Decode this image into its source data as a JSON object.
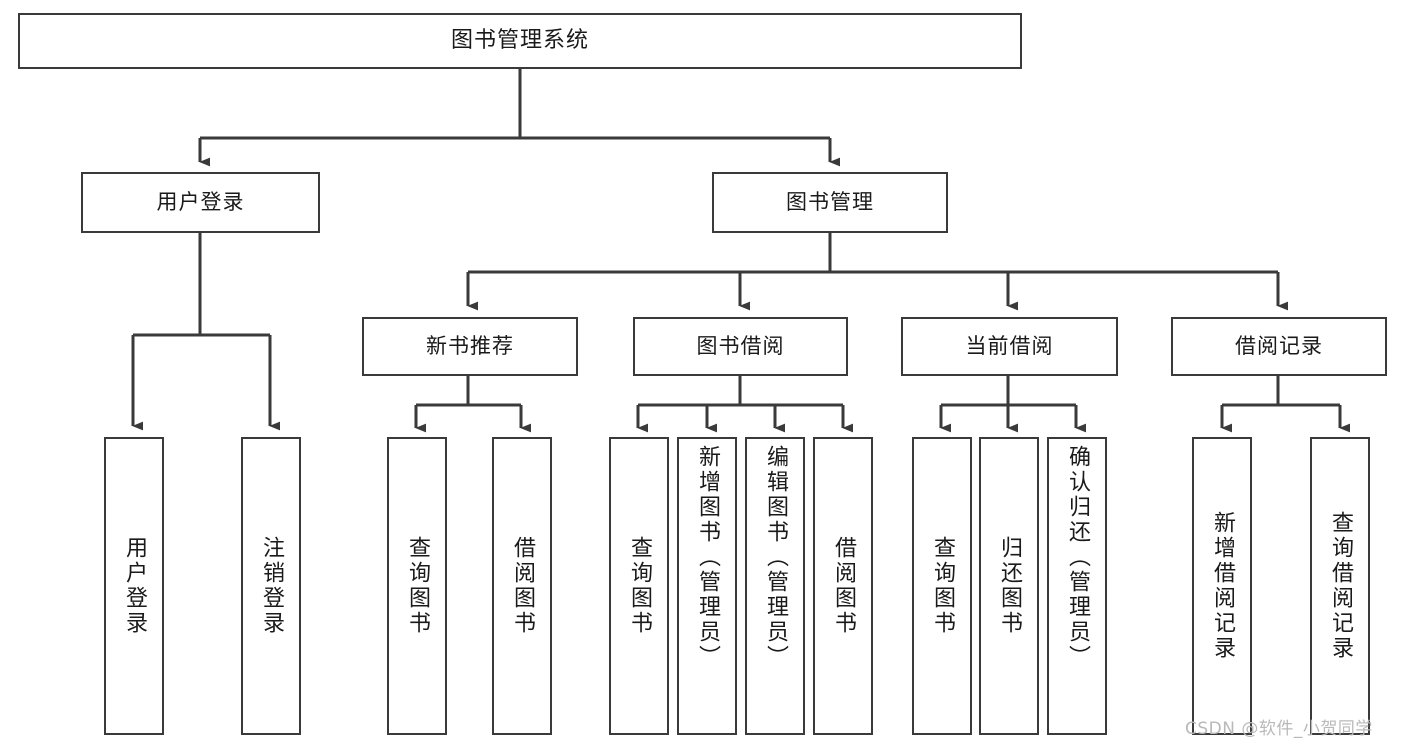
{
  "diagram": {
    "type": "tree-hierarchy-flowchart",
    "title": "图书管理系统",
    "background_color": "#ffffff",
    "box_border_color": "#3a3a3a",
    "edge_color": "#3a3a3a",
    "text_color": "#1a1a1a"
  },
  "nodes": {
    "root": {
      "label": "图书管理系统"
    },
    "level2": [
      {
        "id": "user-login",
        "label": "用户登录"
      },
      {
        "id": "book-management",
        "label": "图书管理"
      }
    ],
    "level3": [
      {
        "id": "new-book-recommend",
        "label": "新书推荐"
      },
      {
        "id": "book-borrow",
        "label": "图书借阅"
      },
      {
        "id": "current-borrow",
        "label": "当前借阅"
      },
      {
        "id": "borrow-record",
        "label": "借阅记录"
      }
    ],
    "leaves": {
      "user_login": [
        {
          "id": "leaf-user-login",
          "label": "用户登录"
        },
        {
          "id": "leaf-logout-login",
          "label": "注销登录"
        }
      ],
      "new_book_recommend": [
        {
          "id": "leaf-query-book-1",
          "label": "查询图书"
        },
        {
          "id": "leaf-borrow-book-1",
          "label": "借阅图书"
        }
      ],
      "book_borrow": [
        {
          "id": "leaf-query-book-2",
          "label": "查询图书"
        },
        {
          "id": "leaf-add-book-admin",
          "label": "新增图书（管理员）"
        },
        {
          "id": "leaf-edit-book-admin",
          "label": "编辑图书（管理员）"
        },
        {
          "id": "leaf-borrow-book-2",
          "label": "借阅图书"
        }
      ],
      "current_borrow": [
        {
          "id": "leaf-query-book-3",
          "label": "查询图书"
        },
        {
          "id": "leaf-return-book",
          "label": "归还图书"
        },
        {
          "id": "leaf-confirm-return-admin",
          "label": "确认归还（管理员）"
        }
      ],
      "borrow_record": [
        {
          "id": "leaf-add-borrow-record",
          "label": "新增借阅记录"
        },
        {
          "id": "leaf-query-borrow-record",
          "label": "查询借阅记录"
        }
      ]
    }
  },
  "watermark": {
    "text": "CSDN @软件_小贺同学"
  }
}
